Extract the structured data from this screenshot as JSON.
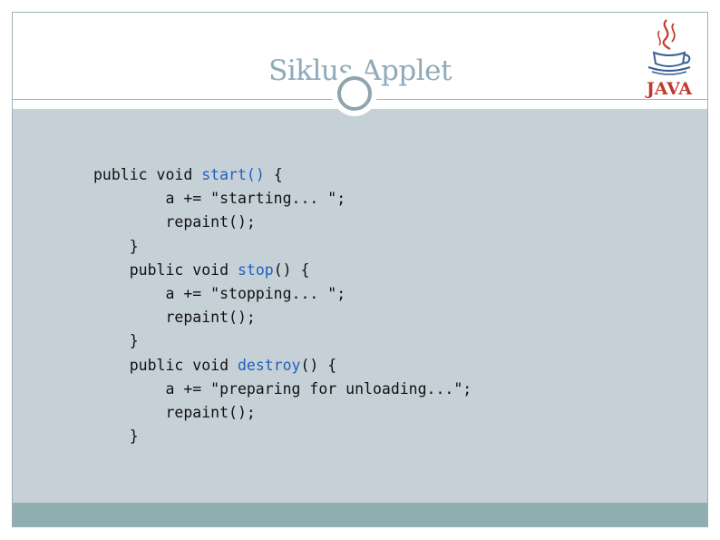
{
  "slide": {
    "title": "Siklus Applet",
    "logo_icon": "java-coffee-cup-logo",
    "logo_text": "JAVA",
    "colors": {
      "title": "#90a9b8",
      "body_bg": "#c6d1d7",
      "footer": "#8eaeb0",
      "highlight": "#1f5fbf"
    }
  },
  "code": {
    "l1": {
      "pre": "public void ",
      "hl": "start()",
      "post": " {"
    },
    "l2": "        a += \"starting... \";",
    "l3": "        repaint();",
    "l4": "    }",
    "l5": {
      "pre": "    public void ",
      "hl": "stop",
      "post": "() {"
    },
    "l6": "        a += \"stopping... \";",
    "l7": "        repaint();",
    "l8": "    }",
    "l9": {
      "pre": "    public void ",
      "hl": "destroy",
      "post": "() {"
    },
    "l10": "        a += \"preparing for unloading...\";",
    "l11": "        repaint();",
    "l12": "    }"
  }
}
